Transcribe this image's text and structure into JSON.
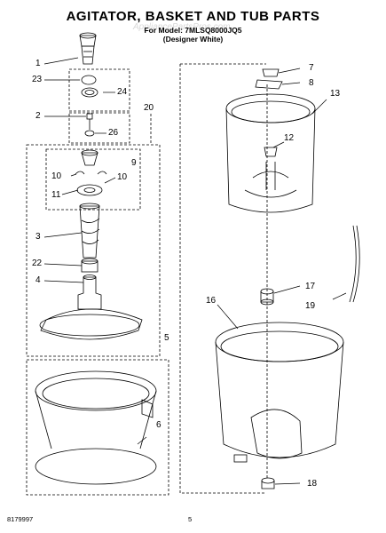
{
  "header": {
    "title": "AGITATOR, BASKET AND TUB PARTS",
    "model_line": "For Model: 7MLSQ8000JQ5",
    "color_line": "(Designer White)",
    "watermark": "AppliancePartsPros.com"
  },
  "callouts": [
    "1",
    "23",
    "24",
    "2",
    "26",
    "20",
    "9",
    "10",
    "10",
    "11",
    "3",
    "22",
    "4",
    "5",
    "6",
    "7",
    "8",
    "13",
    "12",
    "17",
    "19",
    "16",
    "18"
  ],
  "footer": {
    "part_number": "8179997",
    "page_number": "5"
  }
}
